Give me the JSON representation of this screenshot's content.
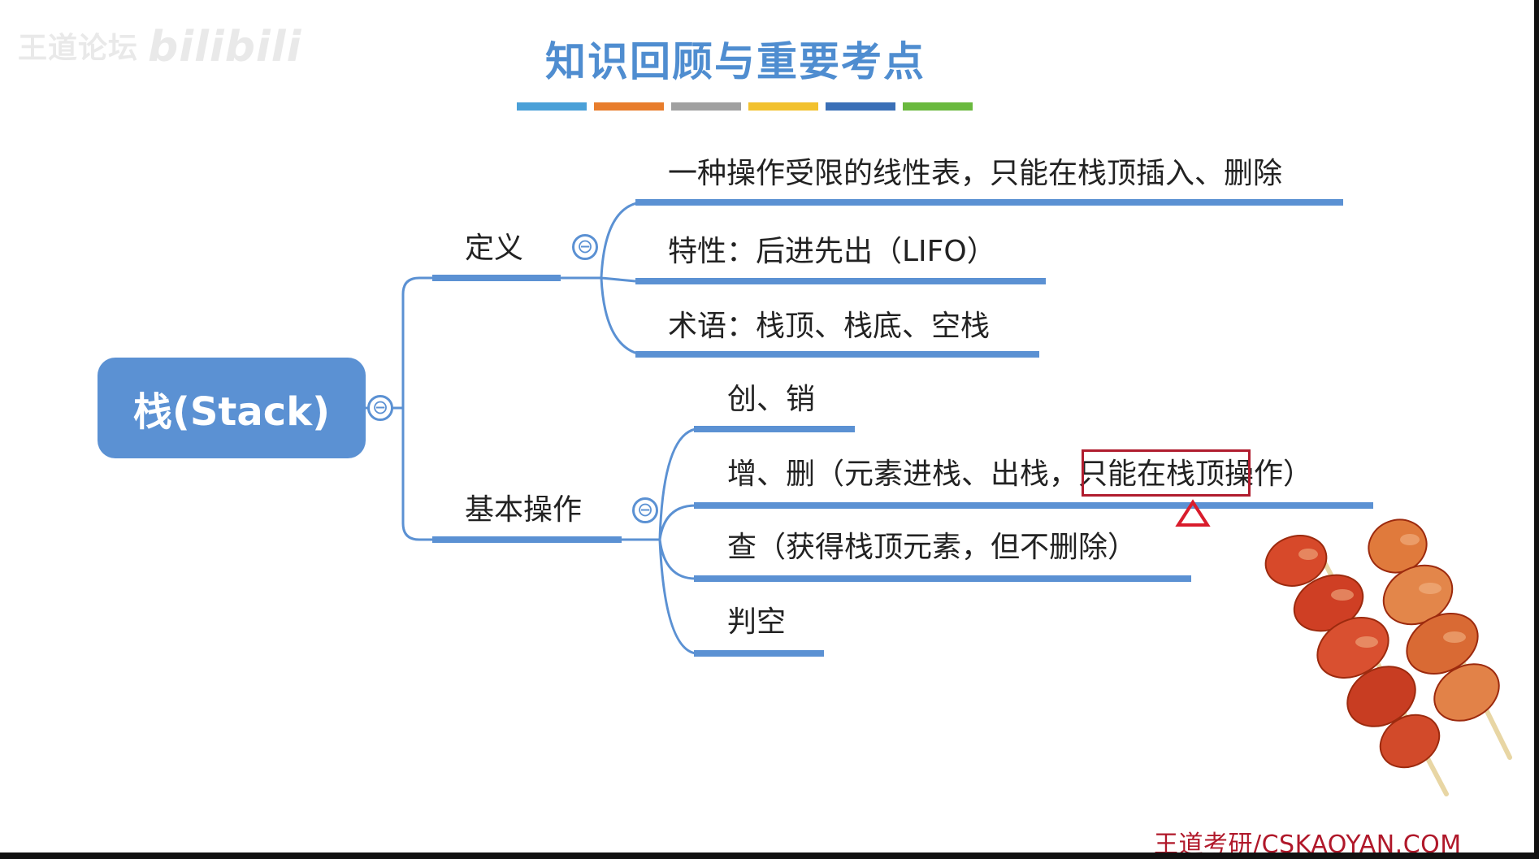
{
  "watermark": {
    "text": "王道论坛",
    "bili": "bilibili"
  },
  "title": "知识回顾与重要考点",
  "title_bar_colors": [
    "#4aa0d8",
    "#e87d2c",
    "#a0a0a0",
    "#f2c12e",
    "#3a6fb7",
    "#6ab93e"
  ],
  "mindmap": {
    "root": "栈(Stack)",
    "branches": [
      {
        "label": "定义",
        "children": [
          "一种操作受限的线性表，只能在栈顶插入、删除",
          "特性：后进先出（LIFO）",
          "术语：栈顶、栈底、空栈"
        ]
      },
      {
        "label": "基本操作",
        "children": [
          "创、销",
          "增、删（元素进栈、出栈，只能在栈顶操作）",
          "查（获得栈顶元素，但不删除）",
          "判空"
        ]
      }
    ],
    "collapse_symbol": "⊖"
  },
  "colors": {
    "accent": "#5b91d3",
    "highlight": "#b01c2e",
    "title": "#4f8dd0"
  },
  "brand": "王道考研/CSKAOYAN.COM"
}
